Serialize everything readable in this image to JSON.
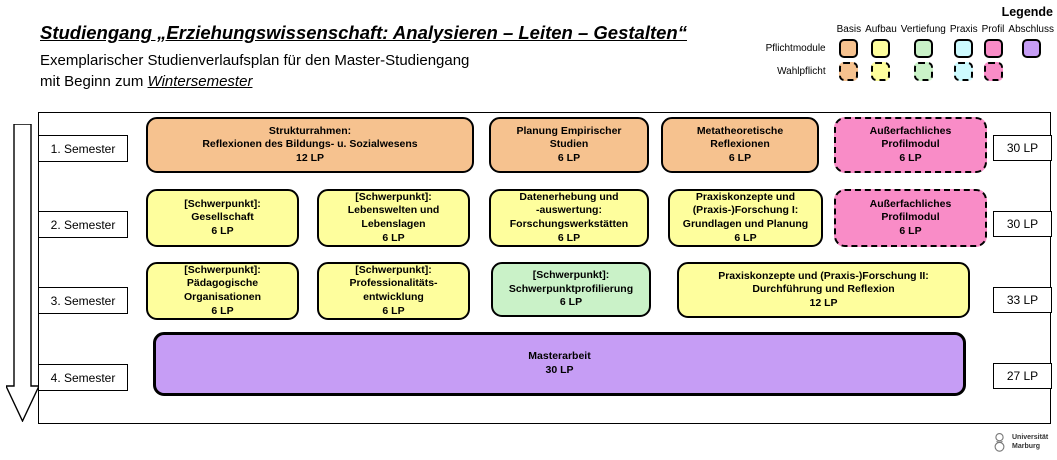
{
  "header": {
    "title": "Studiengang „Erziehungswissenschaft: Analysieren – Leiten – Gestalten“",
    "subtitle_line1": "Exemplarischer Studienverlaufsplan für den Master-Studiengang",
    "subtitle_line2_prefix": "mit Beginn zum ",
    "subtitle_line2_emphasis": "Wintersemester"
  },
  "colors": {
    "basis": "#F6C28F",
    "aufbau": "#FEFE9D",
    "vertiefung": "#CAF2C8",
    "praxis": "#CDFAFE",
    "profil": "#F98CC7",
    "abschluss": "#C69DF5"
  },
  "legend": {
    "title": "Legende",
    "pflicht_label": "Pflichtmodule",
    "wahl_label": "Wahlpflicht",
    "categories": [
      {
        "label": "Basis",
        "color": "#F6C28F"
      },
      {
        "label": "Aufbau",
        "color": "#FEFE9D"
      },
      {
        "label": "Vertiefung",
        "color": "#CAF2C8"
      },
      {
        "label": "Praxis",
        "color": "#CDFAFE"
      },
      {
        "label": "Profil",
        "color": "#F98CC7"
      },
      {
        "label": "Abschluss",
        "color": "#C69DF5"
      }
    ]
  },
  "semesters": [
    {
      "label": "1. Semester",
      "total": "30 LP"
    },
    {
      "label": "2. Semester",
      "total": "30 LP"
    },
    {
      "label": "3. Semester",
      "total": "33 LP"
    },
    {
      "label": "4. Semester",
      "total": "27 LP"
    }
  ],
  "modules": {
    "s1_struktur": {
      "title": "Strukturrahmen:\nReflexionen des Bildungs- u. Sozialwesens",
      "lp": "12 LP",
      "category": "basis",
      "type": "pflicht"
    },
    "s1_planung": {
      "title": "Planung Empirischer\nStudien",
      "lp": "6 LP",
      "category": "basis",
      "type": "pflicht"
    },
    "s1_meta": {
      "title": "Metatheoretische\nReflexionen",
      "lp": "6 LP",
      "category": "basis",
      "type": "pflicht"
    },
    "s1_profil": {
      "title": "Außerfachliches\nProfilmodul",
      "lp": "6 LP",
      "category": "profil",
      "type": "wahlpflicht"
    },
    "s2_gesellschaft": {
      "title": "[Schwerpunkt]:\nGesellschaft",
      "lp": "6 LP",
      "category": "aufbau",
      "type": "pflicht"
    },
    "s2_lebenswelten": {
      "title": "[Schwerpunkt]:\nLebenswelten und\nLebenslagen",
      "lp": "6 LP",
      "category": "aufbau",
      "type": "pflicht"
    },
    "s2_daten": {
      "title": "Datenerhebung und\n-auswertung:\nForschungswerkstätten",
      "lp": "6 LP",
      "category": "aufbau",
      "type": "pflicht"
    },
    "s2_praxis1": {
      "title": "Praxiskonzepte und\n(Praxis-)Forschung I:\nGrundlagen und Planung",
      "lp": "6 LP",
      "category": "aufbau",
      "type": "pflicht"
    },
    "s2_profil": {
      "title": "Außerfachliches\nProfilmodul",
      "lp": "6 LP",
      "category": "profil",
      "type": "wahlpflicht"
    },
    "s3_paed_org": {
      "title": "[Schwerpunkt]:\nPädagogische\nOrganisationen",
      "lp": "6 LP",
      "category": "aufbau",
      "type": "pflicht"
    },
    "s3_prof_entw": {
      "title": "[Schwerpunkt]:\nProfessionalitäts-\nentwicklung",
      "lp": "6 LP",
      "category": "aufbau",
      "type": "pflicht"
    },
    "s3_schwerpunkt": {
      "title": "[Schwerpunkt]:\nSchwerpunktprofilierung",
      "lp": "6 LP",
      "category": "vertiefung",
      "type": "pflicht"
    },
    "s3_praxis2": {
      "title": "Praxiskonzepte und (Praxis-)Forschung II:\nDurchführung und Reflexion",
      "lp": "12 LP",
      "category": "aufbau",
      "type": "pflicht"
    },
    "s4_master": {
      "title": "Masterarbeit",
      "lp": "30 LP",
      "category": "abschluss",
      "type": "pflicht"
    }
  },
  "footer": {
    "logo_text": "Universität\nMarburg"
  }
}
